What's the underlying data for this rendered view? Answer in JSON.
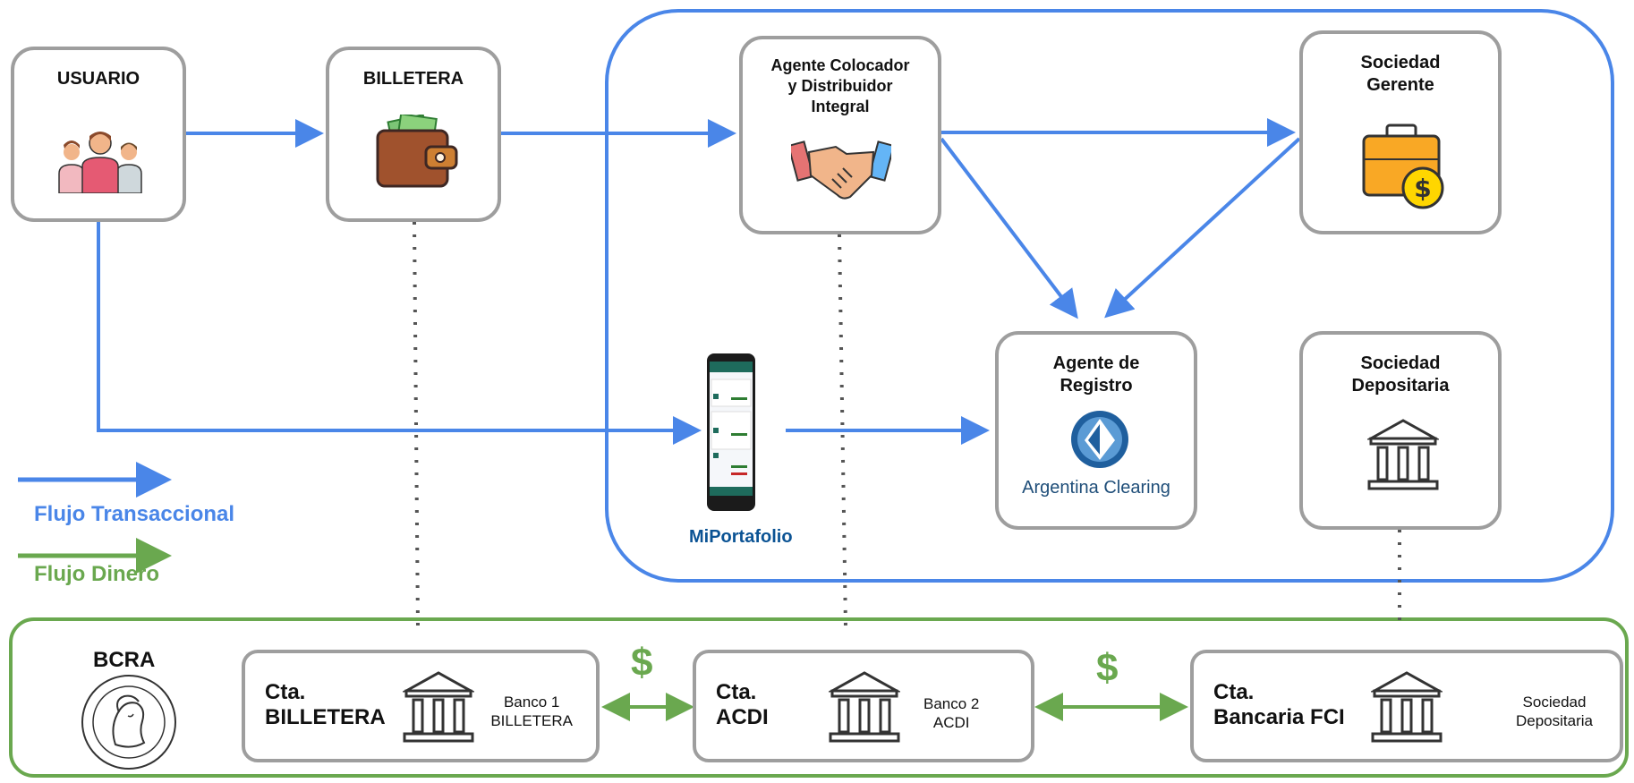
{
  "nodes": {
    "usuario": {
      "title": "USUARIO"
    },
    "billetera": {
      "title": "BILLETERA"
    },
    "acdi": {
      "title": "Agente Colocador\ny Distribuidor\nIntegral"
    },
    "gerente": {
      "title": "Sociedad\nGerente"
    },
    "registro": {
      "title": "Agente de\nRegistro",
      "logo_text": "Argentina Clearing"
    },
    "depositaria": {
      "title": "Sociedad\nDepositaria"
    }
  },
  "app": {
    "label": "MiPortafolio"
  },
  "legend": {
    "transaccional": "Flujo Transaccional",
    "dinero": "Flujo Dinero"
  },
  "bcra": {
    "title": "BCRA"
  },
  "accounts": [
    {
      "title": "Cta.\nBILLETERA",
      "bank": "Banco 1\nBILLETERA"
    },
    {
      "title": "Cta.\nACDI",
      "bank": "Banco 2\nACDI"
    },
    {
      "title": "Cta.\nBancaria FCI",
      "bank": "Sociedad\nDepositaria"
    }
  ],
  "money_symbol": "$",
  "colors": {
    "blue": "#4a86e8",
    "green": "#6aa84f",
    "gray": "#9e9e9e"
  }
}
